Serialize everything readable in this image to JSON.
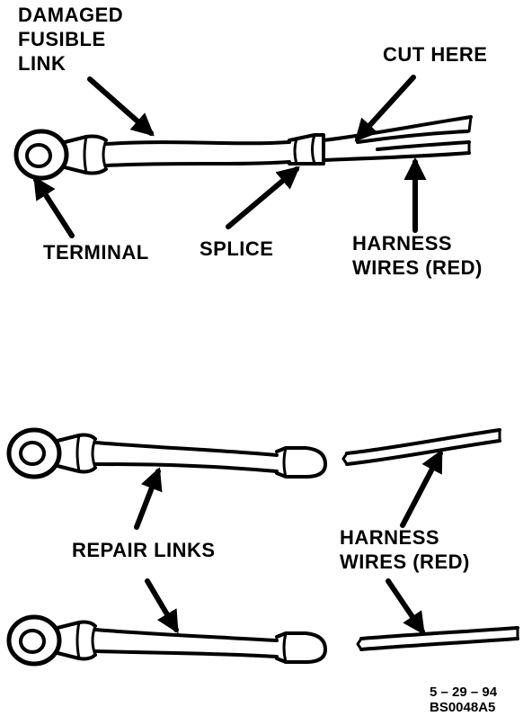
{
  "top_figure": {
    "label_damaged_line1": "DAMAGED",
    "label_damaged_line2": "FUSIBLE",
    "label_damaged_line3": "LINK",
    "label_cut_here": "CUT HERE",
    "label_terminal": "TERMINAL",
    "label_splice": "SPLICE",
    "label_harness_line1": "HARNESS",
    "label_harness_line2": "WIRES (RED)"
  },
  "bottom_figure": {
    "label_repair_links": "REPAIR LINKS",
    "label_harness_line1": "HARNESS",
    "label_harness_line2": "WIRES (RED)"
  },
  "footer": {
    "date": "5 – 29 – 94",
    "code": "BS0048A5"
  }
}
